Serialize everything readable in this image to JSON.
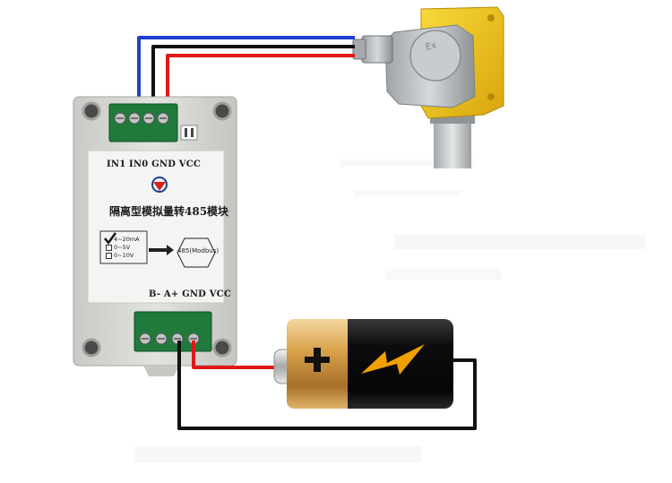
{
  "module": {
    "input_terminals_label": "IN1 IN0 GND VCC",
    "output_terminals_label": "B-  A+ GND VCC",
    "title": "隔离型模拟量转485模块",
    "input_options": [
      "4~20mA",
      "0~5V",
      "0~10V"
    ],
    "selected_option_index": 0,
    "protocol_label": "485(Modbus)"
  },
  "colors": {
    "wire_blue": "#1f3fd1",
    "wire_black": "#111111",
    "wire_red": "#e01818",
    "module_body": "#dadbd6",
    "module_label": "#f4f4f2",
    "terminal_green": "#1f7a3c",
    "sensor_yellow": "#f2c418",
    "sensor_gray": "#b8bcbf",
    "battery_gold": "#d9a24a",
    "battery_black": "#111111",
    "bolt_orange": "#f0a000"
  }
}
